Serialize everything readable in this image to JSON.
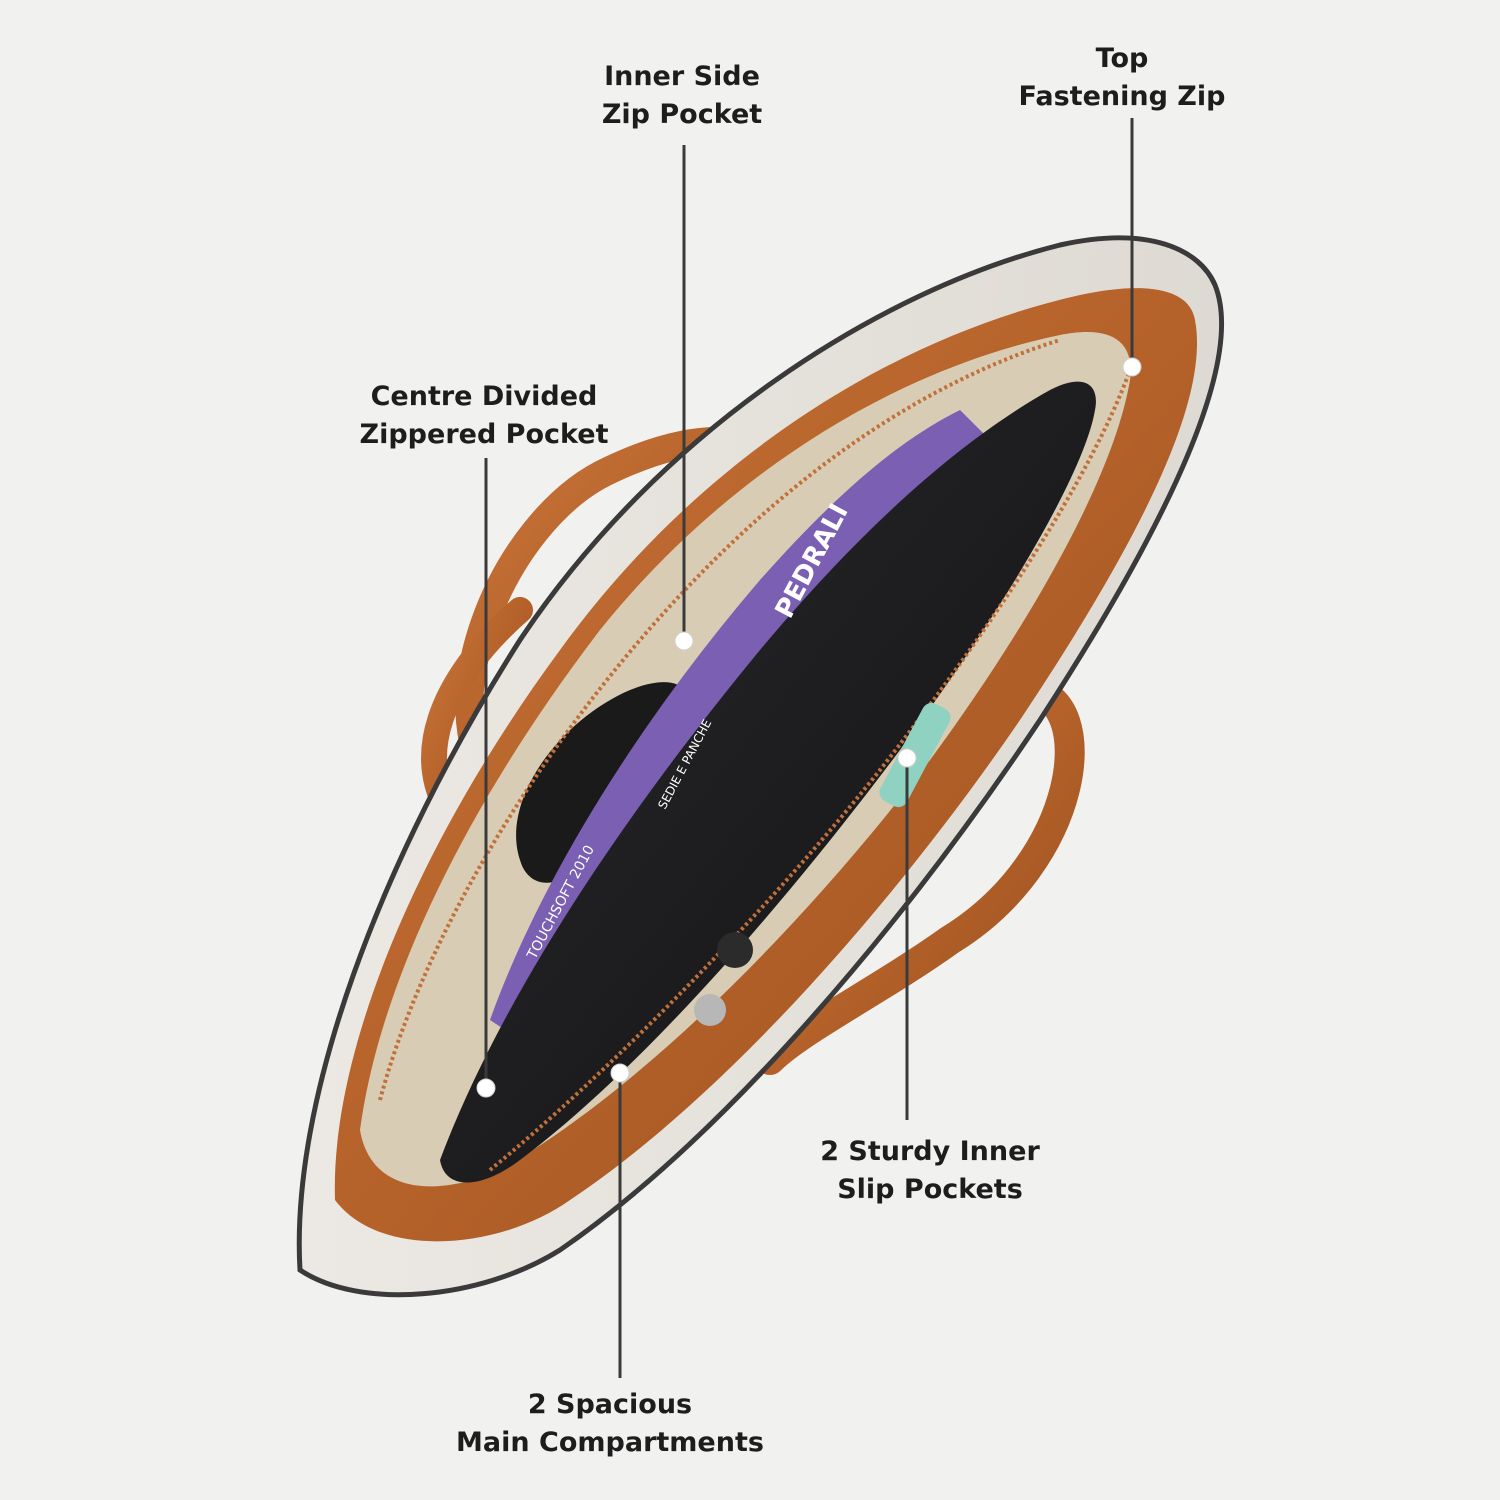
{
  "callouts": {
    "inner_side_zip_pocket": [
      "Inner Side",
      "Zip Pocket"
    ],
    "top_fastening_zip": [
      "Top",
      "Fastening Zip"
    ],
    "centre_divided_zippered_pocket": [
      "Centre Divided",
      "Zippered Pocket"
    ],
    "sturdy_inner_slip_pockets": [
      "2 Sturdy Inner",
      "Slip Pockets"
    ],
    "spacious_main_compartments": [
      "2 Spacious",
      "Main Compartments"
    ]
  },
  "book": {
    "spine_title": "PEDRALI",
    "spine_subtitle": "SEDIE E PANCHE",
    "spine_series": "TOUCHSOFT 2010"
  },
  "colors": {
    "background": "#f1f1f0",
    "leather_tan": "#b5622a",
    "bag_body": "#e6e2dc",
    "lining": "#d9ccb4",
    "book_purple": "#7a5fb3",
    "laptop_black": "#1c1c1e",
    "leader_line": "#3a3a3a"
  }
}
